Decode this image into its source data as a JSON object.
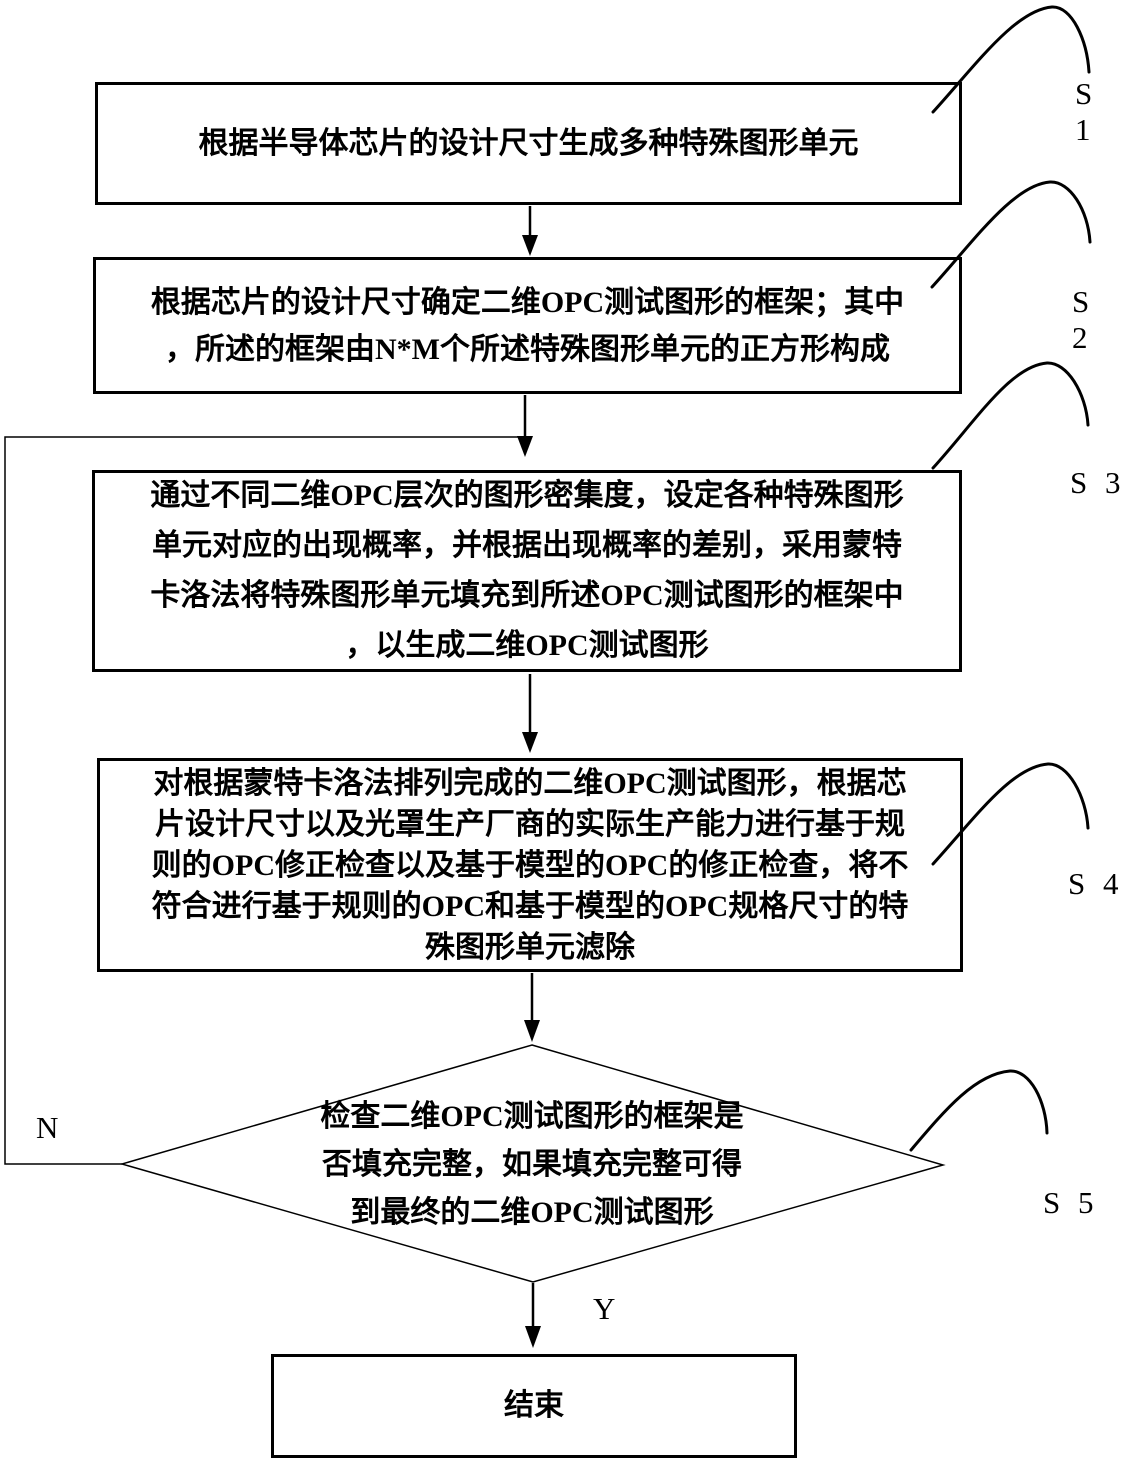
{
  "figure": {
    "background_color": "#ffffff",
    "line_color": "#000000",
    "steps": [
      {
        "label": "S 1",
        "text": "根据半导体芯片的设计尺寸生成多种特殊图形单元"
      },
      {
        "label": "S 2",
        "text": "根据芯片的设计尺寸确定二维OPC测试图形的框架；其中\n，所述的框架由N*M个所述特殊图形单元的正方形构成"
      },
      {
        "label": "S 3",
        "text": "通过不同二维OPC层次的图形密集度，设定各种特殊图形\n单元对应的出现概率，并根据出现概率的差别，采用蒙特\n卡洛法将特殊图形单元填充到所述OPC测试图形的框架中\n，以生成二维OPC测试图形"
      },
      {
        "label": "S 4",
        "text": "对根据蒙特卡洛法排列完成的二维OPC测试图形，根据芯\n片设计尺寸以及光罩生产厂商的实际生产能力进行基于规\n则的OPC修正检查以及基于模型的OPC的修正检查，将不\n符合进行基于规则的OPC和基于模型的OPC规格尺寸的特\n殊图形单元滤除"
      },
      {
        "label": "S 5",
        "text": "检查二维OPC测试图形的框架是\n否填充完整，如果填充完整可得\n到最终的二维OPC测试图形"
      }
    ],
    "decision": {
      "yes_label": "Y",
      "no_label": "N"
    },
    "end": {
      "text": "结束"
    }
  }
}
